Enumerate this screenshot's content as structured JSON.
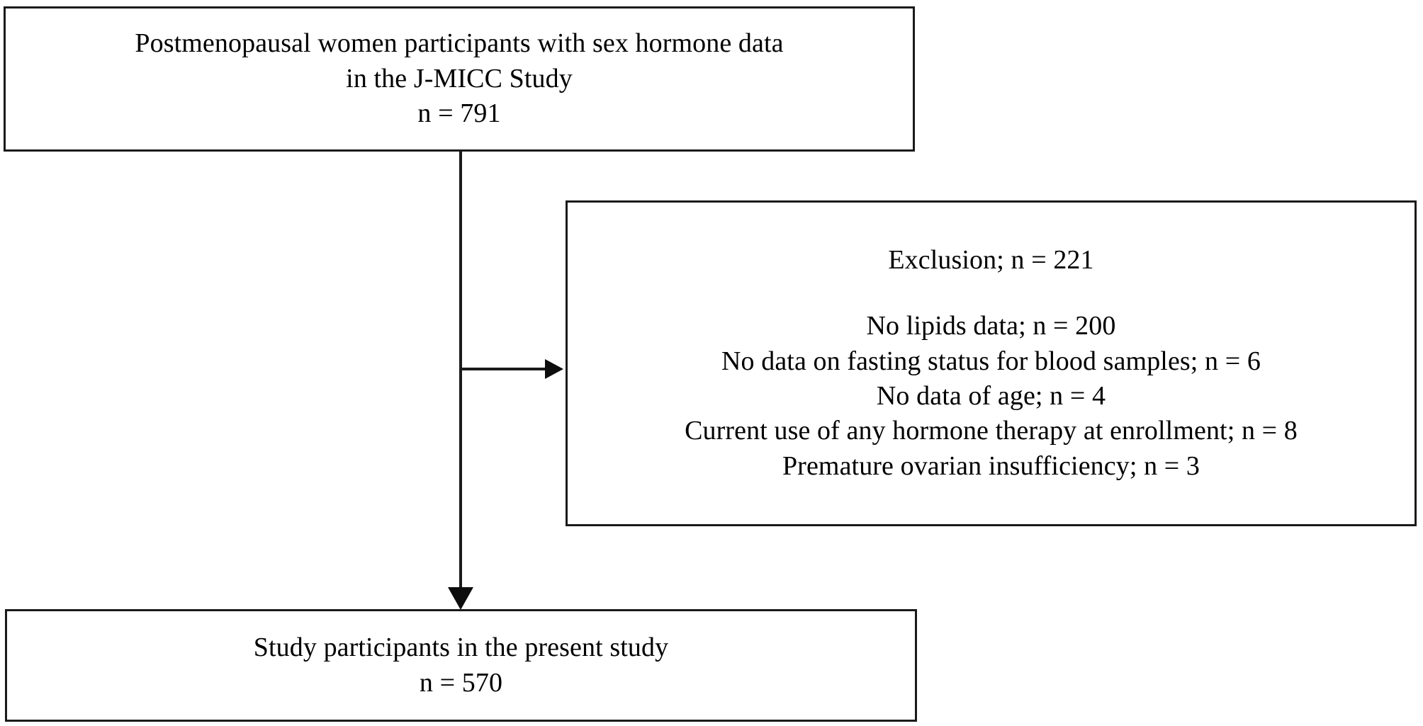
{
  "diagram": {
    "title": "Study participant flow diagram",
    "background_color": "#ffffff",
    "stroke_color": "#1a1a1a",
    "text_color": "#000000"
  },
  "boxes": {
    "source": {
      "name": "source-population-box",
      "lines": [
        "Postmenopausal women participants with sex hormone data",
        "in the J-MICC Study",
        "n = 791"
      ],
      "count": "791"
    },
    "exclusion": {
      "name": "exclusion-box",
      "heading": "Exclusion; n = 221",
      "count": "221",
      "reasons": [
        "No lipids data; n = 200",
        "No data on fasting status for blood samples; n = 6",
        "No data of age; n = 4",
        "Current use of any hormone therapy at enrollment; n = 8",
        "Premature ovarian insufficiency; n = 3"
      ],
      "reason_counts": [
        200,
        6,
        4,
        8,
        3
      ]
    },
    "final": {
      "name": "final-sample-box",
      "lines": [
        "Study participants in the present study",
        "n = 570"
      ],
      "count": "570"
    }
  },
  "connectors": {
    "main_vertical": "vertical-connector-line",
    "exclusion_branch": "horizontal-exclusion-arrow",
    "final_arrow": "down-arrow-to-final-box"
  }
}
